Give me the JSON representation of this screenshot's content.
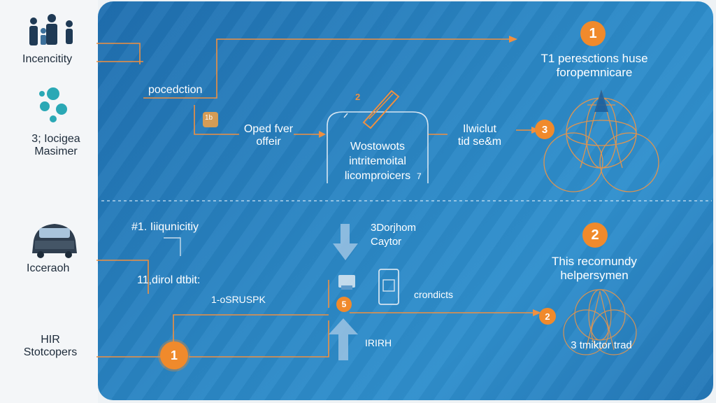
{
  "sidebar": {
    "items": [
      {
        "label": "Incencitity",
        "icon": "family-icon"
      },
      {
        "label": "3; Iocigea\nMasimer",
        "icon": "molecule-icon"
      },
      {
        "label": "Icceraoh",
        "icon": "car-icon"
      },
      {
        "label": "HIR\nStotcopers",
        "icon": ""
      }
    ]
  },
  "diagram": {
    "top": {
      "label_production": "pocedction",
      "label_pill": "1b",
      "label_oped": "Oped fver\noffeir",
      "center_box": "Wostowots\nintritemoital\nlicomproicers",
      "center_box_mark": "7",
      "center_tag": "2",
      "label_right": "Ilwiclut\ntid se&m",
      "badge_1": "1",
      "heading_1": "T1 peresctions huse\nforopemnicare",
      "badge_3": "3"
    },
    "bottom": {
      "label_liquidity": "#1. Iiiqunicitiy",
      "label_dirol": "11,dirol dtbit:",
      "label_usp": "1-oSRUSPK",
      "label_down": "3Dorjhom\nCaytor",
      "badge_5": "5",
      "label_crondicts": "crondicts",
      "label_up": "IRIRH",
      "badge_2": "2",
      "heading_2": "This recornundy\nhelpersymen",
      "badge_small": "2",
      "label_bottom_right": "3 tmiktor trad",
      "badge_left": "1"
    }
  },
  "colors": {
    "accent": "#f08a2c",
    "panel": "#2a86c4",
    "sidebar_text": "#1d2b3a"
  }
}
